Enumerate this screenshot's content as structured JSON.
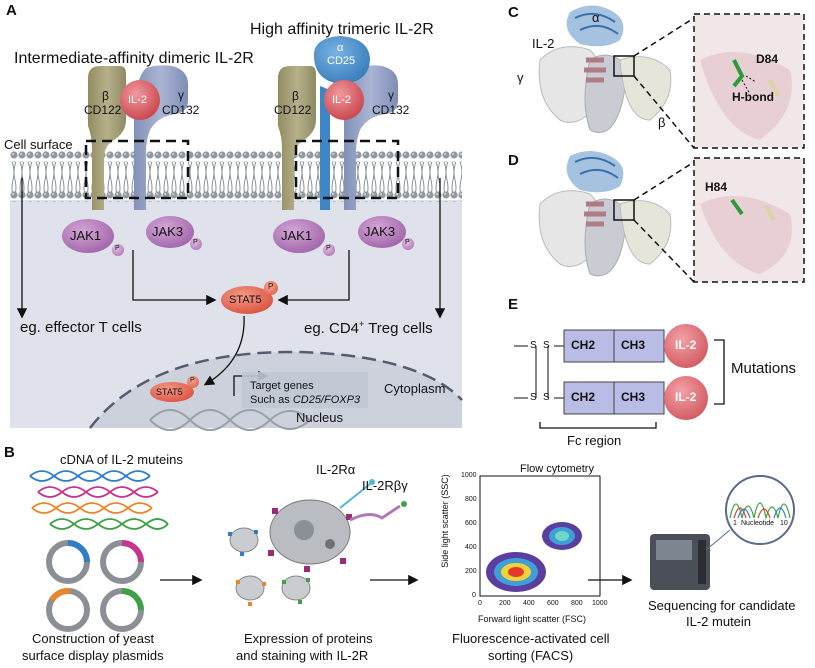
{
  "panel_a": {
    "letter": "A",
    "title_left": "Intermediate-affinity dimeric IL-2R",
    "title_right": "High affinity trimeric IL-2R",
    "cell_surface": "Cell surface",
    "beta_greek": "β",
    "cd122": "CD122",
    "il2": "IL-2",
    "gamma_greek": "γ",
    "cd132": "CD132",
    "alpha_greek": "α",
    "cd25": "CD25",
    "jak1": "JAK1",
    "jak3": "JAK3",
    "p": "P",
    "stat5": "STAT5",
    "effector": "eg. effector T cells",
    "treg_prefix": "eg. CD4",
    "treg_sup": "+",
    "treg_suffix": " Treg cells",
    "target_line1": "Target genes",
    "target_line2_prefix": "Such as ",
    "target_line2_genes": "CD25/FOXP3",
    "cytoplasm": "Cytoplasm",
    "nucleus": "Nucleus"
  },
  "panel_b": {
    "letter": "B",
    "cdna": "cDNA of IL-2 muteins",
    "il2ra": "IL-2Rα",
    "il2rbg": "IL-2Rβγ",
    "flow_title": "Flow cytometry",
    "ylabel": "Side light scatter (SSC)",
    "xlabel": "Forward light scatter (FSC)",
    "x_ticks": [
      "0",
      "200",
      "400",
      "600",
      "800",
      "1000"
    ],
    "y_ticks": [
      "0",
      "200",
      "400",
      "600",
      "800",
      "1000"
    ],
    "nucleotide": "Nucleotide",
    "nuc_start": "1",
    "nuc_end": "10",
    "step1_l1": "Construction of yeast",
    "step1_l2": "surface display plasmids",
    "step2_l1": "Expression of proteins",
    "step2_l2": "and staining with IL-2R",
    "step3_l1": "Fluorescence-activated cell",
    "step3_l2": "sorting (FACS)",
    "step4_l1": "Sequencing for candidate",
    "step4_l2": "IL-2 mutein"
  },
  "panel_c": {
    "letter": "C",
    "alpha": "α",
    "il2": "IL-2",
    "gamma": "γ",
    "beta": "β",
    "residue": "D84",
    "hbond": "H-bond"
  },
  "panel_d": {
    "letter": "D",
    "residue": "H84"
  },
  "panel_e": {
    "letter": "E",
    "disulfide": "S",
    "ch2": "CH2",
    "ch3": "CH3",
    "il2": "IL-2",
    "mutations": "Mutations",
    "fc_region": "Fc region"
  },
  "colors": {
    "membrane_head": "#8c969c",
    "cytoplasm_bg": "#dfe2ea",
    "beta_receptor": "#a7a27a",
    "gamma_receptor": "#98a4c6",
    "il2": "#d9535b",
    "cd25": "#3c86c8",
    "jak": "#b77dbd",
    "stat5": "#e86a58",
    "fc_domain": "#b9bde6",
    "fc_il2": "#df6b73"
  }
}
